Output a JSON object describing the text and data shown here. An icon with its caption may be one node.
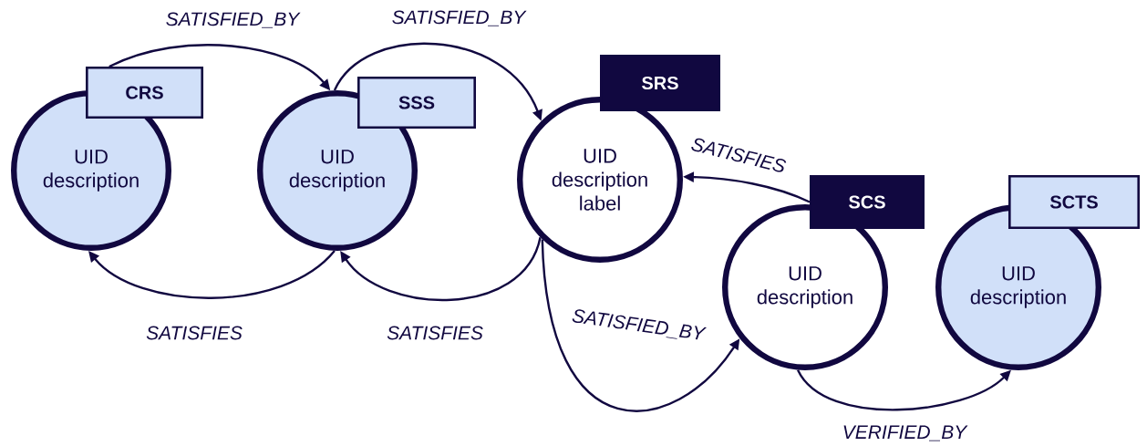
{
  "diagram": {
    "nodes": [
      {
        "text": [
          "UID description"
        ]
      },
      {
        "text": [
          "CRS"
        ]
      },
      {
        "text": [
          "UID description"
        ]
      },
      {
        "text": [
          "SSS"
        ]
      },
      {
        "text": [
          "UID description label"
        ]
      },
      {
        "text": [
          "SRS"
        ]
      },
      {
        "text": [
          "UID description"
        ]
      },
      {
        "text": [
          "SCS"
        ]
      },
      {
        "text": [
          "UID description"
        ]
      },
      {
        "text": [
          "SCTS"
        ]
      }
    ],
    "edges": [
      {
        "from": 1,
        "to": 2,
        "arrow": "to",
        "label": "SATISFIED_BY"
      },
      {
        "from": 2,
        "to": 4,
        "arrow": "to",
        "label": "SATISFIED_BY"
      },
      {
        "from": 2,
        "to": 0,
        "arrow": "to",
        "label": "SATISFIES"
      },
      {
        "from": 4,
        "to": 2,
        "arrow": "to",
        "label": "SATISFIES"
      },
      {
        "from": 7,
        "to": 4,
        "arrow": "to",
        "label": "SATISFIES"
      },
      {
        "from": 4,
        "to": 6,
        "arrow": "to",
        "label": "SATISFIED_BY"
      },
      {
        "from": 6,
        "to": 8,
        "arrow": "to",
        "label": "VERIFIED_BY"
      }
    ]
  }
}
